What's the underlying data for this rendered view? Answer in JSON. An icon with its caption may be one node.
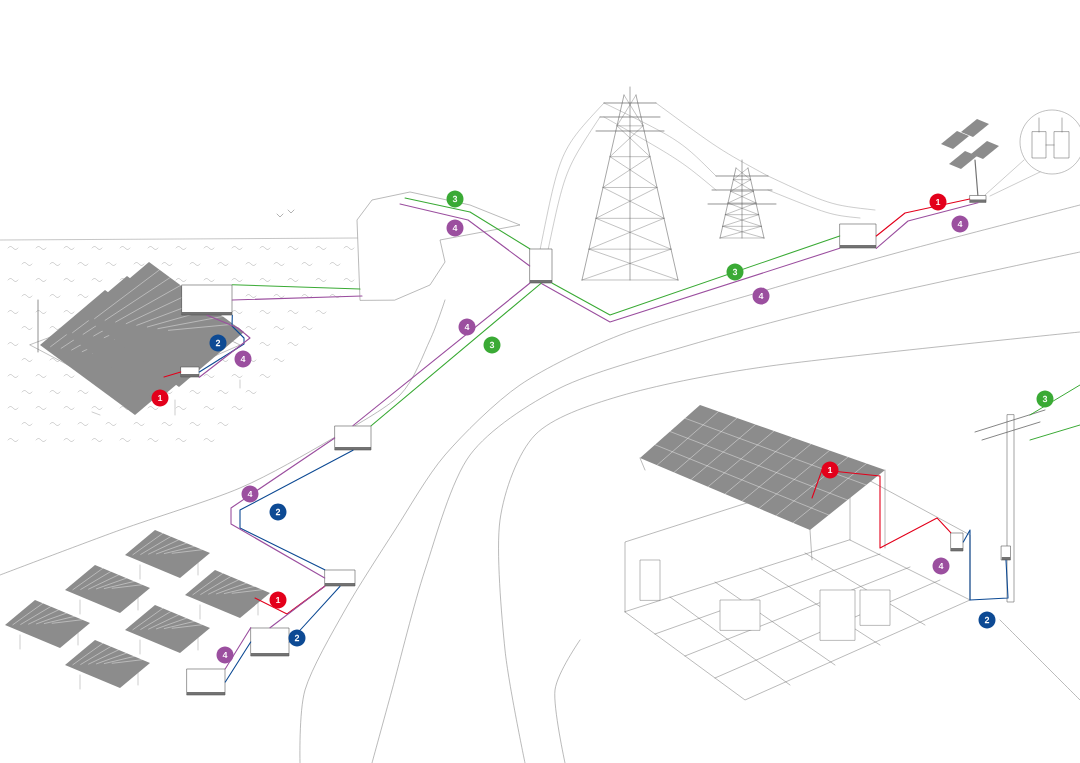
{
  "diagram": {
    "nodes": [
      {
        "text": [],
        "shape": "box"
      },
      {
        "text": [],
        "shape": "box"
      },
      {
        "text": [],
        "shape": "box"
      },
      {
        "text": [],
        "shape": "box"
      },
      {
        "text": [],
        "shape": "box"
      },
      {
        "text": [],
        "shape": "box"
      },
      {
        "text": [],
        "shape": "box"
      },
      {
        "text": [],
        "shape": "box"
      },
      {
        "text": [],
        "shape": "box"
      },
      {
        "text": [],
        "shape": "box"
      },
      {
        "text": [],
        "shape": "box"
      }
    ],
    "edges": [
      {
        "from": 1,
        "to": 0,
        "arrow": "none",
        "color": "#e3001b"
      },
      {
        "from": 1,
        "to": 0,
        "arrow": "none",
        "color": "#9b4f9f"
      },
      {
        "from": 2,
        "to": 1,
        "arrow": "none",
        "color": "#3aaa35"
      },
      {
        "from": 2,
        "to": 1,
        "arrow": "none",
        "color": "#9b4f9f"
      },
      {
        "from": 3,
        "to": 2,
        "arrow": "none",
        "color": "#3aaa35"
      },
      {
        "from": 3,
        "to": 2,
        "arrow": "none",
        "color": "#9b4f9f"
      },
      {
        "from": 2,
        "to": 5,
        "arrow": "none",
        "color": "#3aaa35"
      },
      {
        "from": 2,
        "to": 5,
        "arrow": "none",
        "color": "#9b4f9f"
      },
      {
        "from": 4,
        "to": 3,
        "arrow": "none",
        "color": "#0d4a94"
      },
      {
        "from": 4,
        "to": 3,
        "arrow": "none",
        "color": "#9b4f9f"
      },
      {
        "from": null,
        "to": 4,
        "arrow": "none",
        "color": "#e3001b"
      },
      {
        "from": 5,
        "to": 8,
        "arrow": "none",
        "color": "#0d4a94"
      },
      {
        "from": 5,
        "to": 8,
        "arrow": "none",
        "color": "#9b4f9f"
      },
      {
        "from": null,
        "to": 8,
        "arrow": "none",
        "color": "#e3001b"
      },
      {
        "from": 8,
        "to": 9,
        "arrow": "none",
        "color": "#0d4a94"
      },
      {
        "from": 8,
        "to": 9,
        "arrow": "none",
        "color": "#9b4f9f"
      },
      {
        "from": 9,
        "to": 10,
        "arrow": "none",
        "color": "#0d4a94"
      },
      {
        "from": 9,
        "to": 10,
        "arrow": "none",
        "color": "#9b4f9f"
      },
      {
        "from": null,
        "to": 6,
        "arrow": "none",
        "color": "#e3001b"
      },
      {
        "from": 6,
        "to": 7,
        "arrow": "none",
        "color": "#0d4a94"
      }
    ],
    "labels": [
      "1",
      "3",
      "4",
      "4",
      "3",
      "4",
      "2",
      "4",
      "4",
      "3",
      "1",
      "3",
      "1",
      "4",
      "2",
      "4",
      "1",
      "2",
      "2",
      "4"
    ]
  }
}
